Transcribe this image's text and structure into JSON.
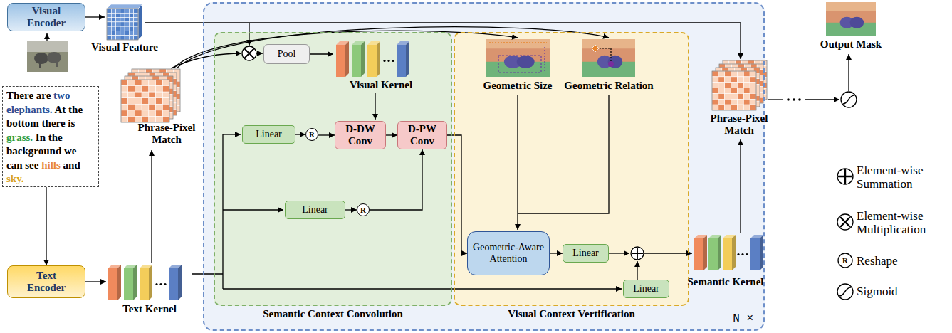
{
  "diagram": {
    "nodes": [
      {
        "text": [
          "Visual Encoder"
        ]
      },
      {
        "text": [
          "There are",
          "two elephants.",
          "At the bottom there is",
          "grass.",
          "In the background we can see",
          "hills",
          "and",
          "sky."
        ]
      },
      {
        "text": [
          "Text Encoder"
        ]
      },
      {
        "text": [
          "N ×"
        ]
      },
      {
        "text": [
          "Semantic Context Convolution"
        ],
        "in": 3
      },
      {
        "text": [
          "Pool"
        ],
        "in": 4
      },
      {
        "text": [
          "Linear"
        ],
        "in": 4
      },
      {
        "text": [
          "R"
        ],
        "in": 4
      },
      {
        "text": [
          "D-DW Conv"
        ],
        "in": 4
      },
      {
        "text": [
          "D-PW Conv"
        ],
        "in": 4
      },
      {
        "text": [
          "Linear"
        ],
        "in": 4
      },
      {
        "text": [
          "R"
        ],
        "in": 4
      },
      {
        "text": [
          "Visual Context Vertification"
        ],
        "in": 3
      },
      {
        "text": [
          "Geometric-Aware Attention"
        ],
        "in": 12
      },
      {
        "text": [
          "Linear"
        ],
        "in": 12
      },
      {
        "text": [
          "Linear"
        ],
        "in": 12
      }
    ],
    "edges": [
      {
        "from": 1,
        "to": 2,
        "arrow": "to"
      },
      {
        "from": 6,
        "to": 7,
        "arrow": "to"
      },
      {
        "from": 7,
        "to": 8,
        "arrow": "to"
      },
      {
        "from": 8,
        "to": 9,
        "arrow": "to"
      },
      {
        "from": 10,
        "to": 11,
        "arrow": "to"
      },
      {
        "from": 11,
        "to": 9,
        "arrow": "to"
      },
      {
        "from": 9,
        "to": 13,
        "arrow": "to"
      },
      {
        "from": 13,
        "to": 14,
        "arrow": "to"
      }
    ],
    "labels": [
      "Visual Feature",
      "Phrase-Pixel Match",
      "Text Kernel",
      "Visual Kernel",
      "Geometric Size",
      "Geometric Relation",
      "Semantic Kernel",
      "Phrase-Pixel Match",
      "Output Mask",
      "R"
    ],
    "legend": [
      {
        "text": "Element-wise Summation"
      },
      {
        "text": "Element-wise Multiplication"
      },
      {
        "text": "Reshape"
      },
      {
        "text": "Sigmoid"
      }
    ]
  }
}
